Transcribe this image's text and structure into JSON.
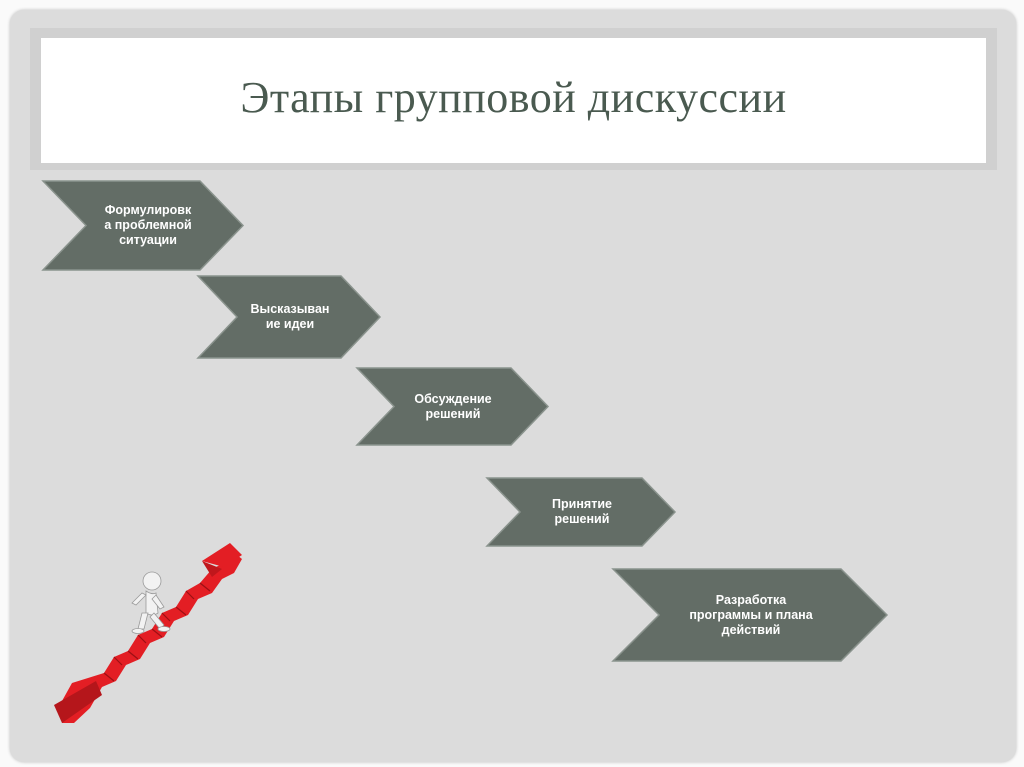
{
  "slide": {
    "title": "Этапы групповой дискуссии"
  },
  "steps": [
    {
      "label": "Формулировк\nа проблемной\nситуации"
    },
    {
      "label": "Высказыван\nие идеи"
    },
    {
      "label": "Обсуждение\nрешений"
    },
    {
      "label": "Принятие\nрешений"
    },
    {
      "label": "Разработка\nпрограммы и плана\nдействий"
    }
  ],
  "colors": {
    "arrow_fill": "#636d66",
    "arrow_stroke": "#8a938d",
    "title_text": "#4a5a50",
    "stairs": "#e31e24",
    "background": "#dcdcdc"
  },
  "illustration": {
    "icon": "figure-climbing-red-stairs-icon"
  }
}
